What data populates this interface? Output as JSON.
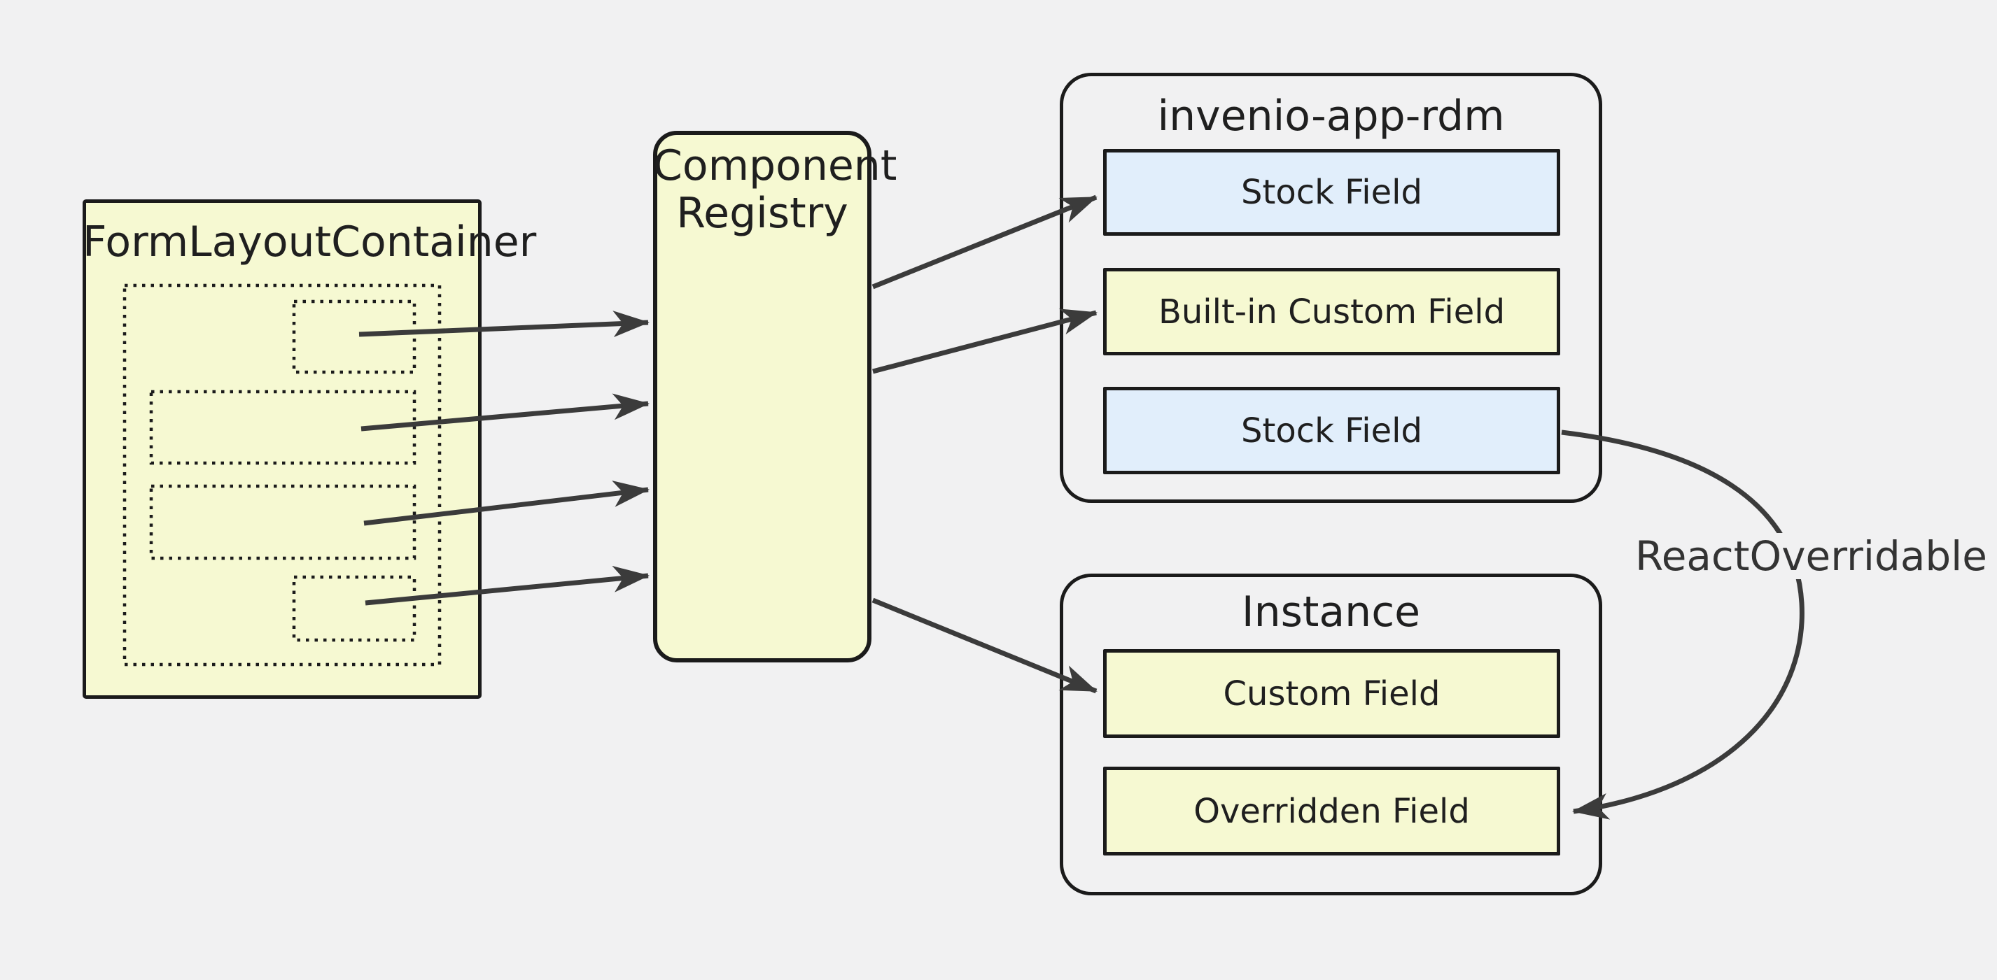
{
  "colors": {
    "background": "#f1f1f2",
    "node_fill": "#f6f9d2",
    "stock_field_fill": "#e1eefb",
    "border": "#1b1b1b",
    "arrow": "#3b3b3b",
    "text": "#1f1f1f"
  },
  "form_layout_container": {
    "title": "FormLayoutContainer",
    "placeholder_count": 4
  },
  "component_registry": {
    "title": "Component Registry"
  },
  "invenio_app_rdm": {
    "title": "invenio-app-rdm",
    "fields": [
      {
        "label": "Stock Field",
        "type": "stock"
      },
      {
        "label": "Built-in Custom Field",
        "type": "custom"
      },
      {
        "label": "Stock Field",
        "type": "stock"
      }
    ]
  },
  "instance": {
    "title": "Instance",
    "fields": [
      {
        "label": "Custom Field",
        "type": "custom"
      },
      {
        "label": "Overridden Field",
        "type": "custom"
      }
    ]
  },
  "react_overridable": {
    "label": "ReactOverridable"
  }
}
